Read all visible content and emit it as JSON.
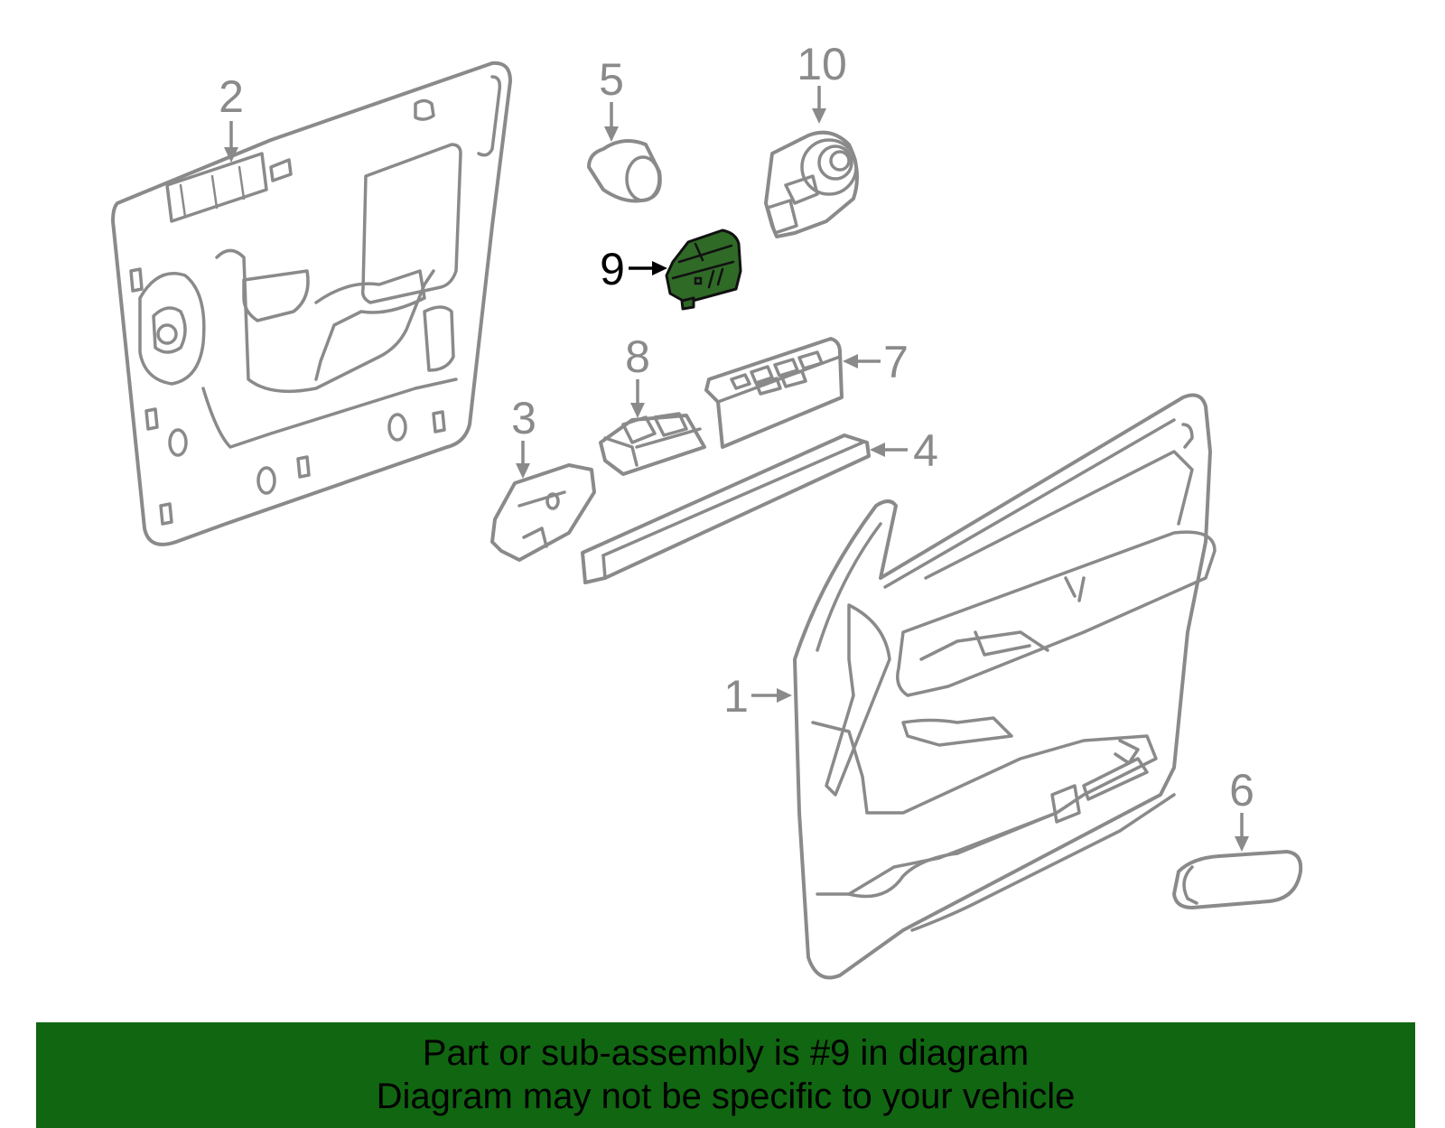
{
  "diagram": {
    "highlight_color": "#2f6a26",
    "part_color": "#8a8a8a",
    "callouts": [
      {
        "id": "1",
        "label": "1"
      },
      {
        "id": "2",
        "label": "2"
      },
      {
        "id": "3",
        "label": "3"
      },
      {
        "id": "4",
        "label": "4"
      },
      {
        "id": "5",
        "label": "5"
      },
      {
        "id": "6",
        "label": "6"
      },
      {
        "id": "7",
        "label": "7"
      },
      {
        "id": "8",
        "label": "8"
      },
      {
        "id": "9",
        "label": "9",
        "highlighted": true
      },
      {
        "id": "10",
        "label": "10"
      }
    ]
  },
  "banner": {
    "background": "#116611",
    "line1": "Part or sub-assembly is #9 in diagram",
    "line2": "Diagram may not be specific to your vehicle"
  }
}
